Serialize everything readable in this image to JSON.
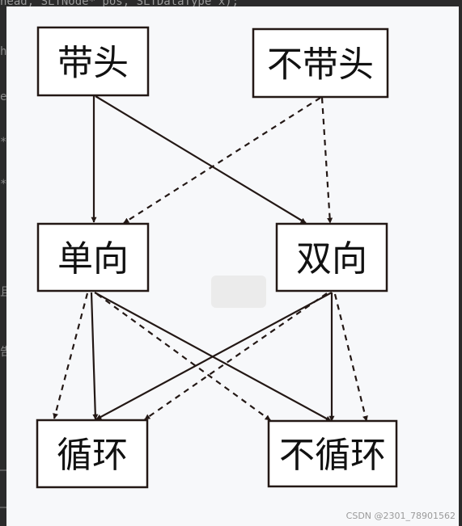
{
  "background_fragments": {
    "top": "head, SLTNode* pos, SLTDataType x);",
    "l1": "h",
    "l2": "e",
    "l3": "*",
    "l4": "*",
    "l5": "且",
    "l6": "告",
    "l7": "—",
    "l8": "—"
  },
  "diagram": {
    "nodes": [
      {
        "id": "with-head",
        "label": "带头"
      },
      {
        "id": "without-head",
        "label": "不带头"
      },
      {
        "id": "single",
        "label": "单向"
      },
      {
        "id": "double",
        "label": "双向"
      },
      {
        "id": "circular",
        "label": "循环"
      },
      {
        "id": "non-circular",
        "label": "不循环"
      }
    ],
    "edges": [
      {
        "from": "with-head",
        "to": "single",
        "style": "solid"
      },
      {
        "from": "with-head",
        "to": "double",
        "style": "solid"
      },
      {
        "from": "without-head",
        "to": "single",
        "style": "dashed"
      },
      {
        "from": "without-head",
        "to": "double",
        "style": "dashed"
      },
      {
        "from": "single",
        "to": "circular",
        "style": "solid"
      },
      {
        "from": "single",
        "to": "circular",
        "style": "dashed"
      },
      {
        "from": "single",
        "to": "non-circular",
        "style": "solid"
      },
      {
        "from": "single",
        "to": "non-circular",
        "style": "dashed"
      },
      {
        "from": "double",
        "to": "circular",
        "style": "solid"
      },
      {
        "from": "double",
        "to": "circular",
        "style": "dashed"
      },
      {
        "from": "double",
        "to": "non-circular",
        "style": "solid"
      },
      {
        "from": "double",
        "to": "non-circular",
        "style": "dashed"
      }
    ],
    "colors": {
      "stroke": "#231815",
      "panel_background": "#f7f8fa",
      "page_background": "#2b2b2b"
    }
  },
  "watermark": "CSDN @2301_78901562"
}
